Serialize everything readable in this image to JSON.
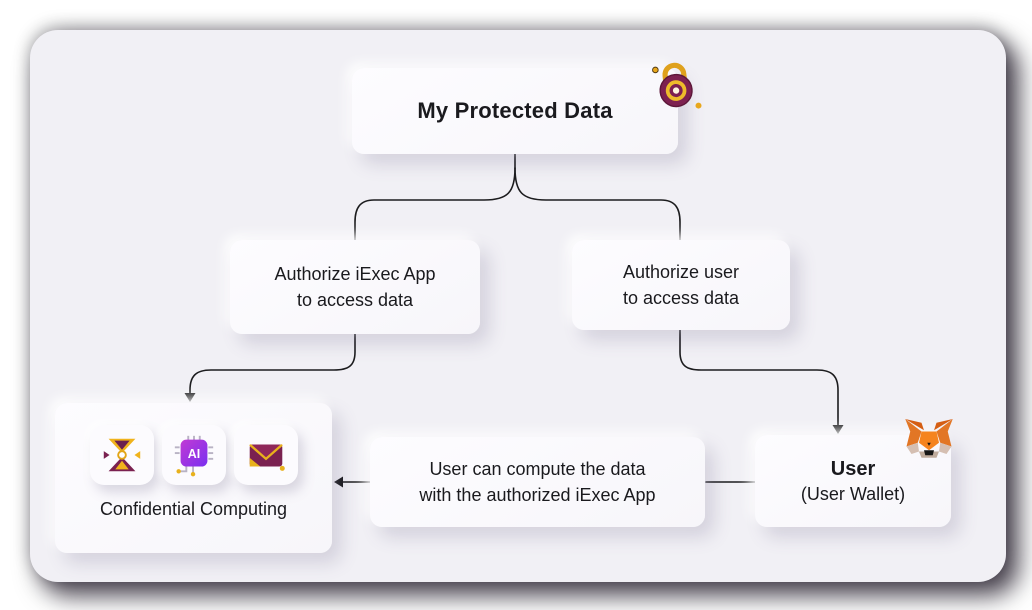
{
  "diagram": {
    "nodes": {
      "protected_data": {
        "label": "My Protected Data"
      },
      "authorize_app": {
        "lines": [
          "Authorize iExec App",
          "to access data"
        ]
      },
      "authorize_user": {
        "lines": [
          "Authorize user",
          "to access data"
        ]
      },
      "compute": {
        "lines": [
          "User can compute the data",
          "with the authorized iExec App"
        ]
      },
      "confidential": {
        "label": "Confidential Computing",
        "chip_label": "AI"
      },
      "user": {
        "label": "User",
        "sublabel": "(User Wallet)"
      }
    },
    "icons": {
      "padlock-icon": "protected data lock",
      "iexec-hourglass-icon": "iExec data app",
      "ai-chip-icon": "AI chip",
      "envelope-icon": "mail",
      "metamask-fox-icon": "MetaMask wallet"
    },
    "colors": {
      "card_bg": "#f1f0f5",
      "node_bg": "#fbfafd",
      "line": "#1c1c1e",
      "maroon": "#7a2150",
      "gold": "#eab117",
      "chip_purple": "#8a2fd4",
      "metamask_orange": "#e27625"
    }
  }
}
